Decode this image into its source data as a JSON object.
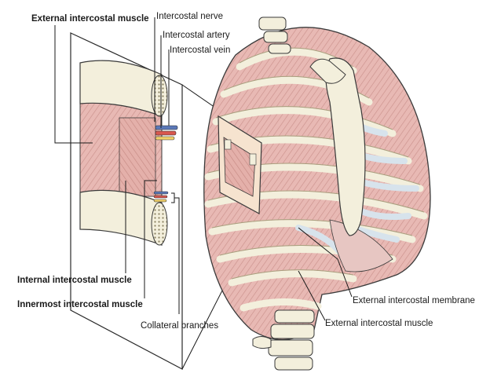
{
  "labels": {
    "external_intercostal_muscle_top": "External intercostal muscle",
    "intercostal_nerve": "Intercostal nerve",
    "intercostal_artery": "Intercostal artery",
    "intercostal_vein": "Intercostal vein",
    "internal_intercostal_muscle": "Internal intercostal muscle",
    "innermost_intercostal_muscle": "Innermost intercostal muscle",
    "collateral_branches": "Collateral branches",
    "external_intercostal_membrane": "External intercostal membrane",
    "external_intercostal_muscle_bottom": "External intercostal muscle"
  },
  "colors": {
    "muscle": "#e8b9b4",
    "muscle_stripe": "#c98f8a",
    "bone": "#f3efdc",
    "bone_edge": "#b9b08e",
    "cartilage": "#d7e3ec",
    "nerve": "#f2d26a",
    "artery": "#d8574e",
    "vein": "#5b78b8",
    "outline": "#3a3a3a"
  }
}
